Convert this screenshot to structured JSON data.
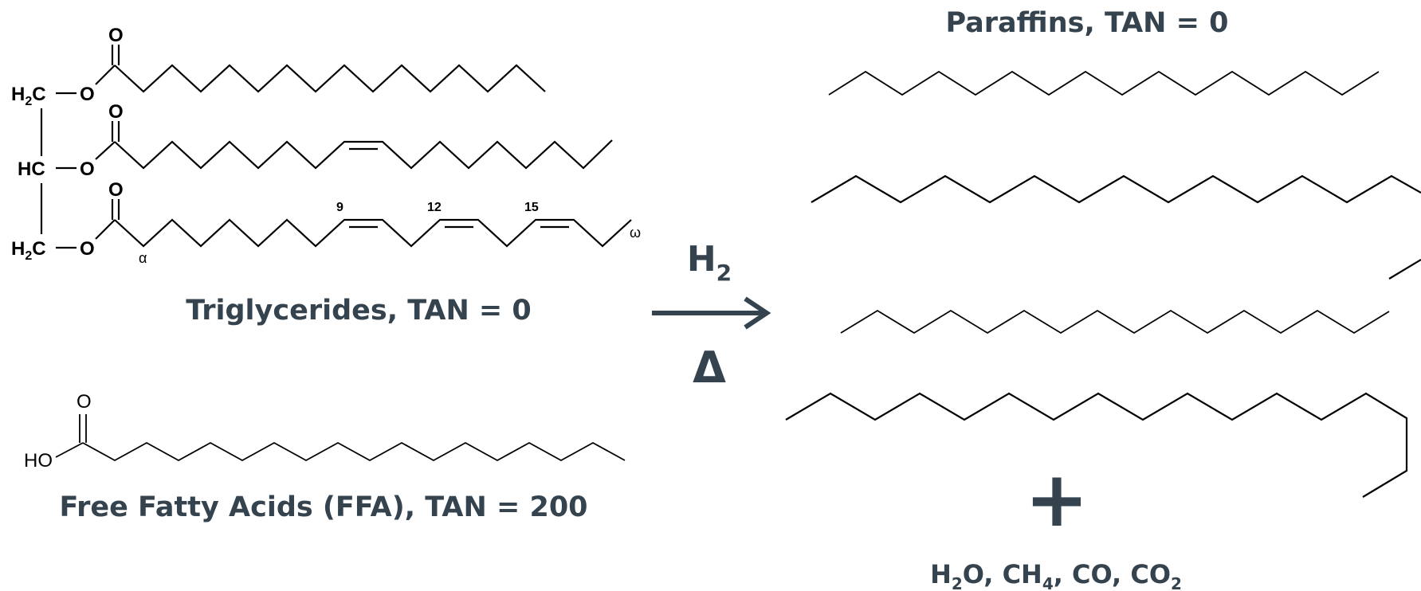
{
  "captions": {
    "triglycerides": "Triglycerides, TAN =  0",
    "ffa": "Free Fatty Acids (FFA), TAN = 200",
    "paraffins": "Paraffins, TAN = 0",
    "plus": "+",
    "byproducts": {
      "h": "H",
      "h_sub": "2",
      "o_ch": "O, CH",
      "ch_sub": "4",
      "co": ", CO, CO",
      "co_sub": "2"
    }
  },
  "reaction": {
    "reagent": "H",
    "reagent_sub": "2",
    "condition": "Δ"
  },
  "atoms": {
    "h2c": "H",
    "h2c_sub": "2",
    "h2c_c": "C",
    "hc": "HC",
    "o": "O",
    "ho": "HO",
    "alpha": "α",
    "omega": "ω",
    "pos9": "9",
    "pos12": "12",
    "pos15": "15"
  },
  "colors": {
    "caption": "#35434f",
    "bonds": "#000000"
  }
}
